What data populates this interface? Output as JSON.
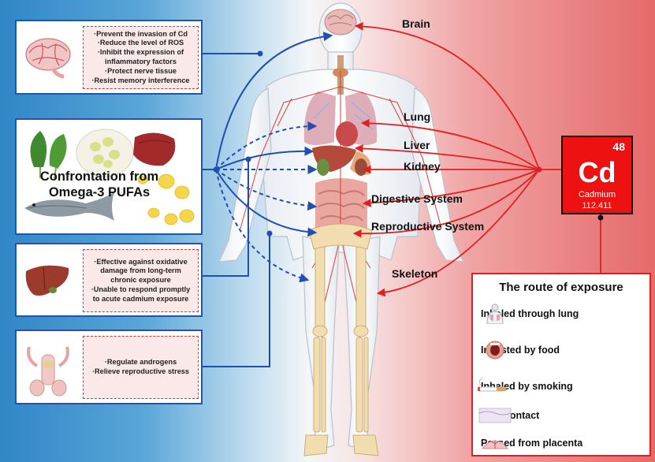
{
  "organs": {
    "brain": "Brain",
    "lung": "Lung",
    "liver": "Liver",
    "kidney": "Kidney",
    "digestive": "Digestive System",
    "reproductive": "Reproductive System",
    "skeleton": "Skeleton"
  },
  "brain_panel": {
    "lines": [
      "·Prevent the invasion of Cd",
      "·Reduce the level of ROS",
      "·Inhibit the expression of",
      "inflammatory factors",
      "·Protect nerve tissue",
      "·Resist memory interference"
    ]
  },
  "omega_panel": {
    "title_line1": "Confrontation from",
    "title_line2": "Omega-3 PUFAs"
  },
  "liver_panel": {
    "lines": [
      "·Effective against oxidative",
      "damage from long-term",
      "chronic  exposure",
      "·Unable to respond promptly",
      "to acute cadmium exposure"
    ]
  },
  "repro_panel": {
    "lines": [
      "·Regulate androgens",
      "·Relieve reproductive stress"
    ]
  },
  "cadmium": {
    "number": "48",
    "symbol": "Cd",
    "name": "Cadmium",
    "mass": "112.411"
  },
  "route": {
    "title": "The route of exposure",
    "items": [
      "Inhaled through lung",
      "Ingested by food",
      "Inhaled by smoking",
      "Skin contact",
      "Passed from placenta"
    ]
  },
  "colors": {
    "blue": "#1f4fb0",
    "red": "#e02020",
    "cd_red": "#ee1111"
  }
}
